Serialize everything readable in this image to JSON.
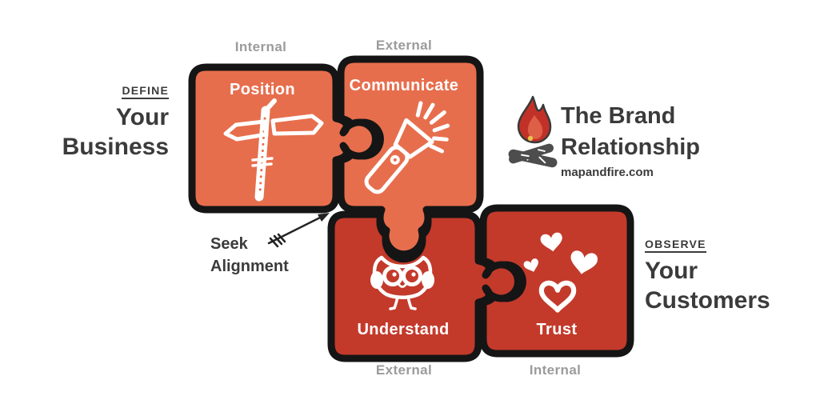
{
  "colors": {
    "background": "#FFFFFF",
    "piece_top_salmon": "#E76E4D",
    "piece_bottom_red": "#C33A2B",
    "puzzle_outline": "#151515",
    "axis_label_gray": "#9B9B9B",
    "dark_text": "#3B3B3B",
    "icon_white": "#FFFFFF",
    "flame_red": "#C23128",
    "flame_inner": "#DE5F47",
    "ember_yellow": "#E8C24A",
    "log_gray": "#4D4D4D"
  },
  "axis_labels": {
    "top_left": "Internal",
    "top_right": "External",
    "bottom_left": "External",
    "bottom_right": "Internal"
  },
  "pieces": {
    "position": {
      "label": "Position",
      "icon": "signpost-icon",
      "color": "#E76E4D"
    },
    "communicate": {
      "label": "Communicate",
      "icon": "flashlight-icon",
      "color": "#E76E4D"
    },
    "understand": {
      "label": "Understand",
      "icon": "owl-icon",
      "color": "#C33A2B"
    },
    "trust": {
      "label": "Trust",
      "icon": "hearts-icon",
      "color": "#C33A2B"
    }
  },
  "annotations": {
    "define": {
      "kicker": "DEFINE",
      "line1": "Your",
      "line2": "Business"
    },
    "observe": {
      "kicker": "OBSERVE",
      "line1": "Your",
      "line2": "Customers"
    },
    "callout": {
      "line1": "Seek",
      "line2": "Alignment"
    }
  },
  "logo": {
    "icon": "campfire-icon",
    "title_line1": "The Brand",
    "title_line2": "Relationship",
    "url": "mapandfire.com"
  }
}
